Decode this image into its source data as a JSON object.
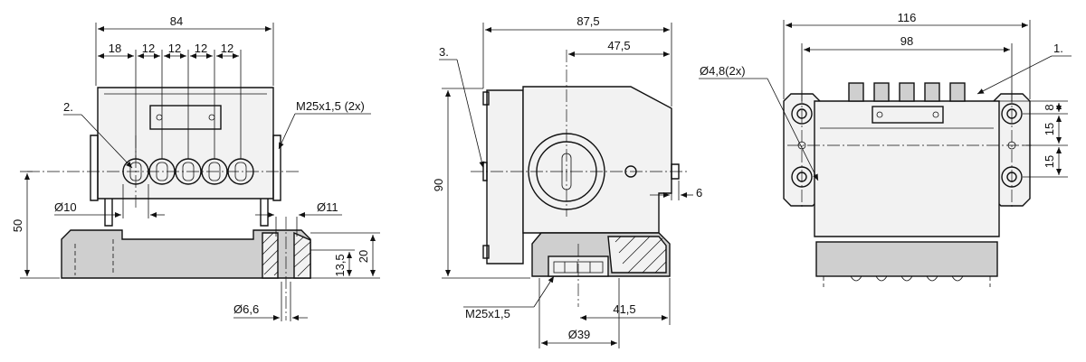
{
  "front": {
    "overall_width": "84",
    "pitch_first": "18",
    "pitch_1": "12",
    "pitch_2": "12",
    "pitch_3": "12",
    "pitch_4": "12",
    "callout_2": "2.",
    "thread_label": "M25x1,5 (2x)",
    "dia_10": "Ø10",
    "dia_11": "Ø11",
    "height_50": "50",
    "height_13_5": "13,5",
    "height_20": "20",
    "dia_6_6": "Ø6,6"
  },
  "side": {
    "overall_width": "87,5",
    "offset_47_5": "47,5",
    "callout_3": "3.",
    "height_90": "90",
    "dim_6": "6",
    "thread_label": "M25x1,5",
    "dim_41_5": "41,5",
    "dia_39": "Ø39"
  },
  "top": {
    "overall_width": "116",
    "hole_spacing": "98",
    "hole_dia": "Ø4,8(2x)",
    "callout_1": "1.",
    "dim_8": "8",
    "dim_15a": "15",
    "dim_15b": "15"
  }
}
